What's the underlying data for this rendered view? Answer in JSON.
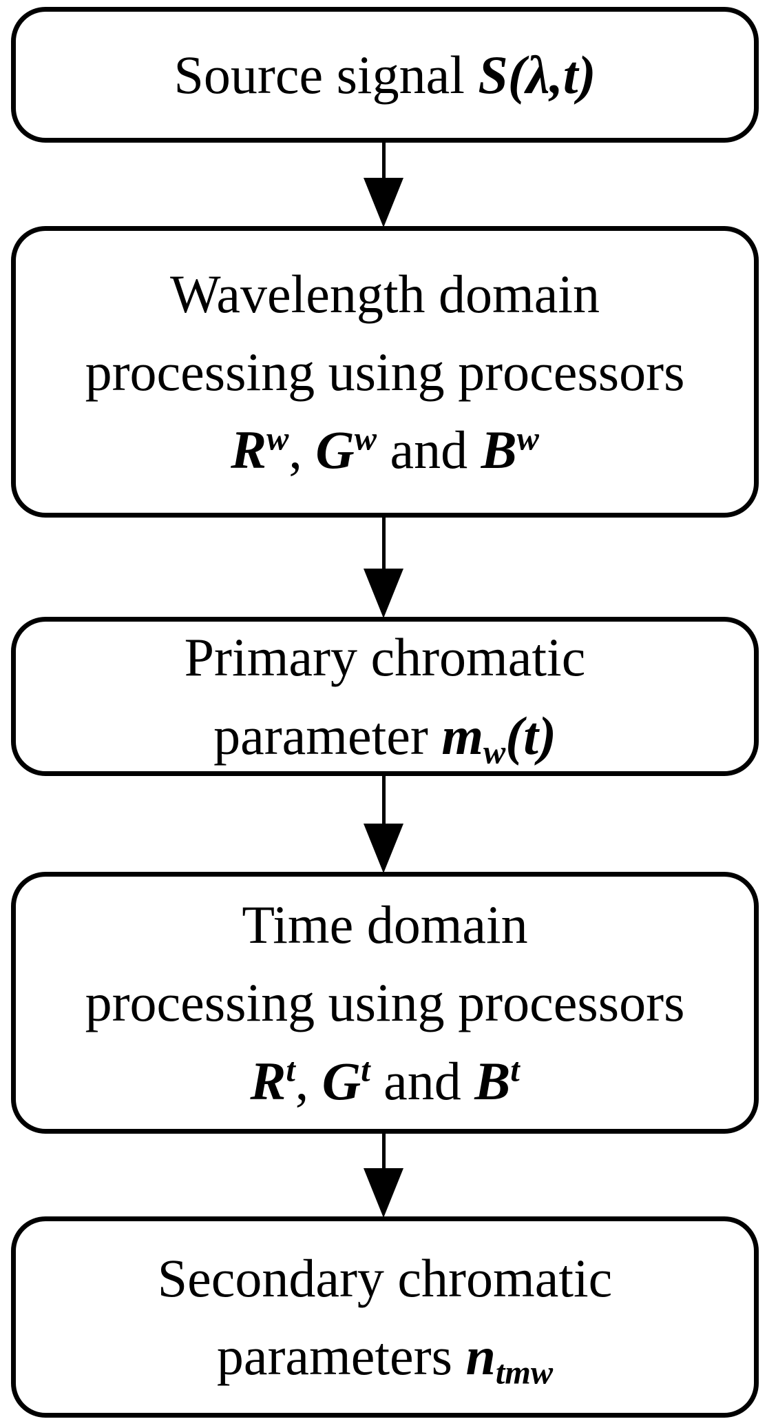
{
  "diagram": {
    "type": "flowchart",
    "background_color": "#ffffff",
    "box_border_color": "#000000",
    "box_fill_color": "#ffffff",
    "text_color": "#000000",
    "arrow_color": "#000000",
    "nodes": [
      {
        "id": "source-signal",
        "plain_text": "Source signal S(λ,t)",
        "lines": [
          [
            {
              "t": "Source signal ",
              "s": "r"
            },
            {
              "t": "S(λ,t)",
              "s": "bi"
            }
          ]
        ]
      },
      {
        "id": "wavelength-domain-processing",
        "plain_text": "Wavelength domain processing using processors Rw, Gw and Bw",
        "lines": [
          [
            {
              "t": "Wavelength domain",
              "s": "r"
            }
          ],
          [
            {
              "t": "processing using processors",
              "s": "r"
            }
          ],
          [
            {
              "t": "R",
              "s": "bi"
            },
            {
              "t": "w",
              "s": "sup"
            },
            {
              "t": ", ",
              "s": "r"
            },
            {
              "t": "G",
              "s": "bi"
            },
            {
              "t": "w",
              "s": "sup"
            },
            {
              "t": " and ",
              "s": "r"
            },
            {
              "t": "B",
              "s": "bi"
            },
            {
              "t": "w",
              "s": "sup"
            }
          ]
        ]
      },
      {
        "id": "primary-chromatic-parameter",
        "plain_text": "Primary chromatic parameter mw(t)",
        "lines": [
          [
            {
              "t": "Primary chromatic",
              "s": "r"
            }
          ],
          [
            {
              "t": "parameter ",
              "s": "r"
            },
            {
              "t": "m",
              "s": "bi"
            },
            {
              "t": "w",
              "s": "sub"
            },
            {
              "t": "(t)",
              "s": "bi"
            }
          ]
        ]
      },
      {
        "id": "time-domain-processing",
        "plain_text": "Time domain processing using processors Rt, Gt and Bt",
        "lines": [
          [
            {
              "t": "Time domain",
              "s": "r"
            }
          ],
          [
            {
              "t": "processing using processors",
              "s": "r"
            }
          ],
          [
            {
              "t": "R",
              "s": "bi"
            },
            {
              "t": "t",
              "s": "sup"
            },
            {
              "t": ", ",
              "s": "r"
            },
            {
              "t": "G",
              "s": "bi"
            },
            {
              "t": "t",
              "s": "sup"
            },
            {
              "t": " and ",
              "s": "r"
            },
            {
              "t": "B",
              "s": "bi"
            },
            {
              "t": "t",
              "s": "sup"
            }
          ]
        ]
      },
      {
        "id": "secondary-chromatic-parameters",
        "plain_text": "Secondary chromatic parameters ntmw",
        "lines": [
          [
            {
              "t": "Secondary chromatic",
              "s": "r"
            }
          ],
          [
            {
              "t": "parameters ",
              "s": "r"
            },
            {
              "t": "n",
              "s": "bi"
            },
            {
              "t": "tmw",
              "s": "sub"
            }
          ]
        ]
      }
    ],
    "edges": [
      {
        "from": "source-signal",
        "to": "wavelength-domain-processing"
      },
      {
        "from": "wavelength-domain-processing",
        "to": "primary-chromatic-parameter"
      },
      {
        "from": "primary-chromatic-parameter",
        "to": "time-domain-processing"
      },
      {
        "from": "time-domain-processing",
        "to": "secondary-chromatic-parameters"
      }
    ]
  }
}
